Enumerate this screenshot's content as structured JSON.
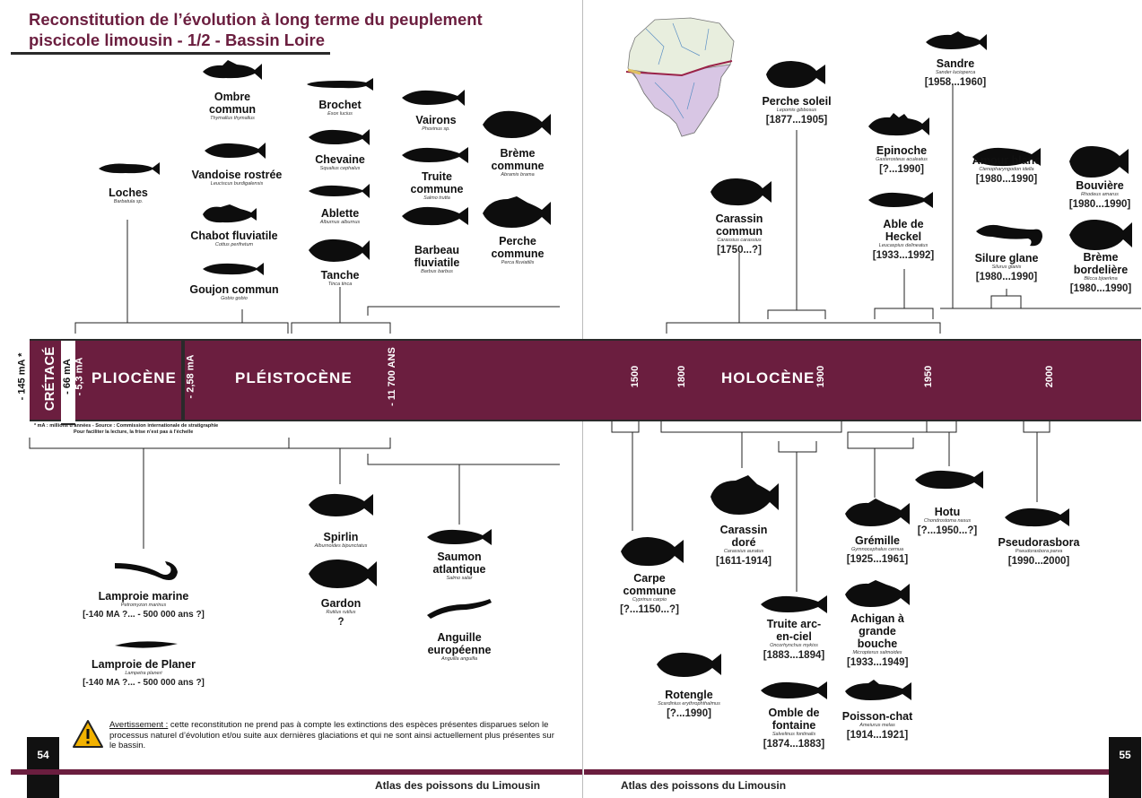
{
  "header": {
    "title_line1": "Reconstitution de l’évolution à long terme du peuplement",
    "title_line2": "piscicole limousin - 1/2 - Bassin Loire"
  },
  "timeline": {
    "cretace": "CRÉTACÉ",
    "m145": "- 145 mA *",
    "m66": "- 66 mA",
    "m53": "- 5,3 mA",
    "pliocene": "PLIOCÈNE",
    "m258": "- 2,58 mA",
    "pleistocene": "PLÉISTOCÈNE",
    "ans11700": "- 11 700 ANS",
    "holocene": "HOLOCÈNE",
    "y1500": "1500",
    "y1800": "1800",
    "y1900": "1900",
    "y1950": "1950",
    "y2000": "2000",
    "note_line1": "* mA : millions d’années - Source : Commission internationale de stratigraphie",
    "note_line2": "Pour faciliter la lecture, la frise n’est pas à l’échelle"
  },
  "species_top_left": [
    {
      "name": "Loches",
      "sci": "Barbatula sp."
    },
    {
      "name": "Ombre commun",
      "sci": "Thymallus thymallus"
    },
    {
      "name": "Vandoise rostrée",
      "sci": "Leuciscus burdigalensis"
    },
    {
      "name": "Chabot fluviatile",
      "sci": "Cottus perifretum"
    },
    {
      "name": "Goujon commun",
      "sci": "Gobio gobio"
    },
    {
      "name": "Brochet",
      "sci": "Esox lucius"
    },
    {
      "name": "Chevaine",
      "sci": "Squalius cephalus"
    },
    {
      "name": "Ablette",
      "sci": "Alburnus alburnus"
    },
    {
      "name": "Tanche",
      "sci": "Tinca tinca"
    },
    {
      "name": "Vairons",
      "sci": "Phoxinus sp."
    },
    {
      "name": "Truite commune",
      "sci": "Salmo trutta"
    },
    {
      "name": "Barbeau fluviatile",
      "sci": "Barbus barbus"
    },
    {
      "name": "Brème commune",
      "sci": "Abramis brama"
    },
    {
      "name": "Perche commune",
      "sci": "Perca fluviatilis"
    }
  ],
  "species_bottom_left": [
    {
      "name": "Lamproie marine",
      "sci": "Petromyzon marinus",
      "date": "[-140 MA ?... - 500 000 ans ?]"
    },
    {
      "name": "Lamproie de Planer",
      "sci": "Lampetra planeri",
      "date": "[-140 MA ?... - 500 000 ans ?]"
    },
    {
      "name": "Spirlin",
      "sci": "Alburnoides bipunctatus"
    },
    {
      "name": "Gardon",
      "sci": "Rutilus rutilus",
      "date": "?"
    },
    {
      "name": "Saumon atlantique",
      "sci": "Salmo salar"
    },
    {
      "name": "Anguille européenne",
      "sci": "Anguilla anguilla"
    }
  ],
  "species_top_right": [
    {
      "name": "Carassin commun",
      "sci": "Carassius carassius",
      "date": "[1750...?]"
    },
    {
      "name": "Perche soleil",
      "sci": "Lepomis gibbosus",
      "date": "[1877...1905]"
    },
    {
      "name": "Sandre",
      "sci": "Sander lucioperca",
      "date": "[1958...1960]"
    },
    {
      "name": "Epinoche",
      "sci": "Gasterosteus aculeatus",
      "date": "[?...1990]"
    },
    {
      "name": "Able de Heckel",
      "sci": "Leucaspius delineatus",
      "date": "[1933...1992]"
    },
    {
      "name": "Amour blanc",
      "sci": "Ctenopharyngodon idella",
      "date": "[1980...1990]"
    },
    {
      "name": "Silure glane",
      "sci": "Silurus glanis",
      "date": "[1980...1990]"
    },
    {
      "name": "Bouvière",
      "sci": "Rhodeus amarus",
      "date": "[1980...1990]"
    },
    {
      "name": "Brème bordelière",
      "sci": "Blicca bjoerkna",
      "date": "[1980...1990]"
    }
  ],
  "species_bottom_right": [
    {
      "name": "Carpe commune",
      "sci": "Cyprinus carpio",
      "date": "[?...1150...?]"
    },
    {
      "name": "Rotengle",
      "sci": "Scardinius erythrophthalmus",
      "date": "[?...1990]"
    },
    {
      "name": "Carassin doré",
      "sci": "Carassius auratus",
      "date": "[1611-1914]"
    },
    {
      "name": "Truite arc-en-ciel",
      "sci": "Oncorhynchus mykiss",
      "date": "[1883...1894]"
    },
    {
      "name": "Omble de fontaine",
      "sci": "Salvelinus fontinalis",
      "date": "[1874...1883]"
    },
    {
      "name": "Grémille",
      "sci": "Gymnocephalus cernua",
      "date": "[1925...1961]"
    },
    {
      "name": "Achigan à grande bouche",
      "sci": "Micropterus salmoides",
      "date": "[1933...1949]"
    },
    {
      "name": "Poisson-chat",
      "sci": "Ameiurus melas",
      "date": "[1914...1921]"
    },
    {
      "name": "Hotu",
      "sci": "Chondrostoma nasus",
      "date": "[?...1950...?]"
    },
    {
      "name": "Pseudorasbora",
      "sci": "Pseudorasbora parva",
      "date": "[1990...2000]"
    }
  ],
  "warning": {
    "label": "Avertissement :",
    "text": " cette reconstitution ne prend pas à compte les extinctions des espèces présentes disparues selon le processus naturel d’évolution et/ou suite aux dernières glaciations et qui ne sont ainsi actuellement plus présentes sur le bassin."
  },
  "footer": {
    "page_left": "54",
    "page_right": "55",
    "atlas_left": "Atlas des poissons du Limousin",
    "atlas_right": "Atlas des poissons du Limousin"
  },
  "colors": {
    "accent": "#6b1e3f",
    "ink": "#0d0d0d"
  }
}
